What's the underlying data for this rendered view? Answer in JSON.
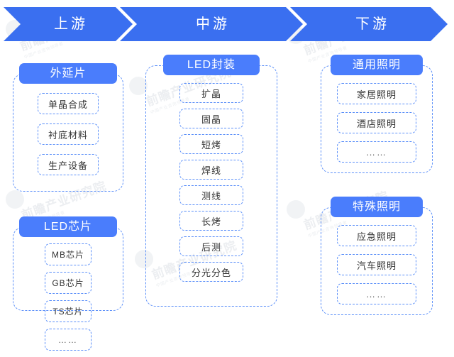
{
  "colors": {
    "banner_blue": "#3a6ff0",
    "pill_blue": "#4a7dfc",
    "dashed_border": "#5b8ff9",
    "text_dark": "#333333",
    "background": "#ffffff"
  },
  "banner": {
    "stages": [
      {
        "label": "上游"
      },
      {
        "label": "中游"
      },
      {
        "label": "下游"
      }
    ]
  },
  "columns": {
    "upstream": {
      "groups": [
        {
          "title": "外延片",
          "items": [
            {
              "label": "单晶合成"
            },
            {
              "label": "衬底材料"
            },
            {
              "label": "生产设备"
            }
          ]
        },
        {
          "title": "LED芯片",
          "items": [
            {
              "label": "MB芯片"
            },
            {
              "label": "GB芯片"
            },
            {
              "label": "TS芯片"
            },
            {
              "label": "……"
            }
          ]
        }
      ]
    },
    "midstream": {
      "groups": [
        {
          "title": "LED封装",
          "items": [
            {
              "label": "扩晶"
            },
            {
              "label": "固晶"
            },
            {
              "label": "短烤"
            },
            {
              "label": "焊线"
            },
            {
              "label": "测线"
            },
            {
              "label": "长烤"
            },
            {
              "label": "后测"
            },
            {
              "label": "分光分色"
            }
          ]
        }
      ]
    },
    "downstream": {
      "groups": [
        {
          "title": "通用照明",
          "items": [
            {
              "label": "家居照明"
            },
            {
              "label": "酒店照明"
            },
            {
              "label": "……"
            }
          ]
        },
        {
          "title": "特殊照明",
          "items": [
            {
              "label": "应急照明"
            },
            {
              "label": "汽车照明"
            },
            {
              "label": "……"
            }
          ]
        }
      ]
    }
  },
  "watermarks": [
    {
      "text": "前瞻产业研究院",
      "sub": "中国产业咨询领导者"
    },
    {
      "text": "前瞻产业研究院",
      "sub": "中国产业咨询领导者"
    },
    {
      "text": "前瞻产业研究院",
      "sub": "中国产业咨询领导者"
    },
    {
      "text": "前瞻产业研究院",
      "sub": "中国产业咨询领导者"
    },
    {
      "text": "前瞻产业研究院",
      "sub": "中国产业咨询领导者"
    },
    {
      "text": "前瞻产业研究院",
      "sub": "中国产业咨询领导者"
    }
  ]
}
